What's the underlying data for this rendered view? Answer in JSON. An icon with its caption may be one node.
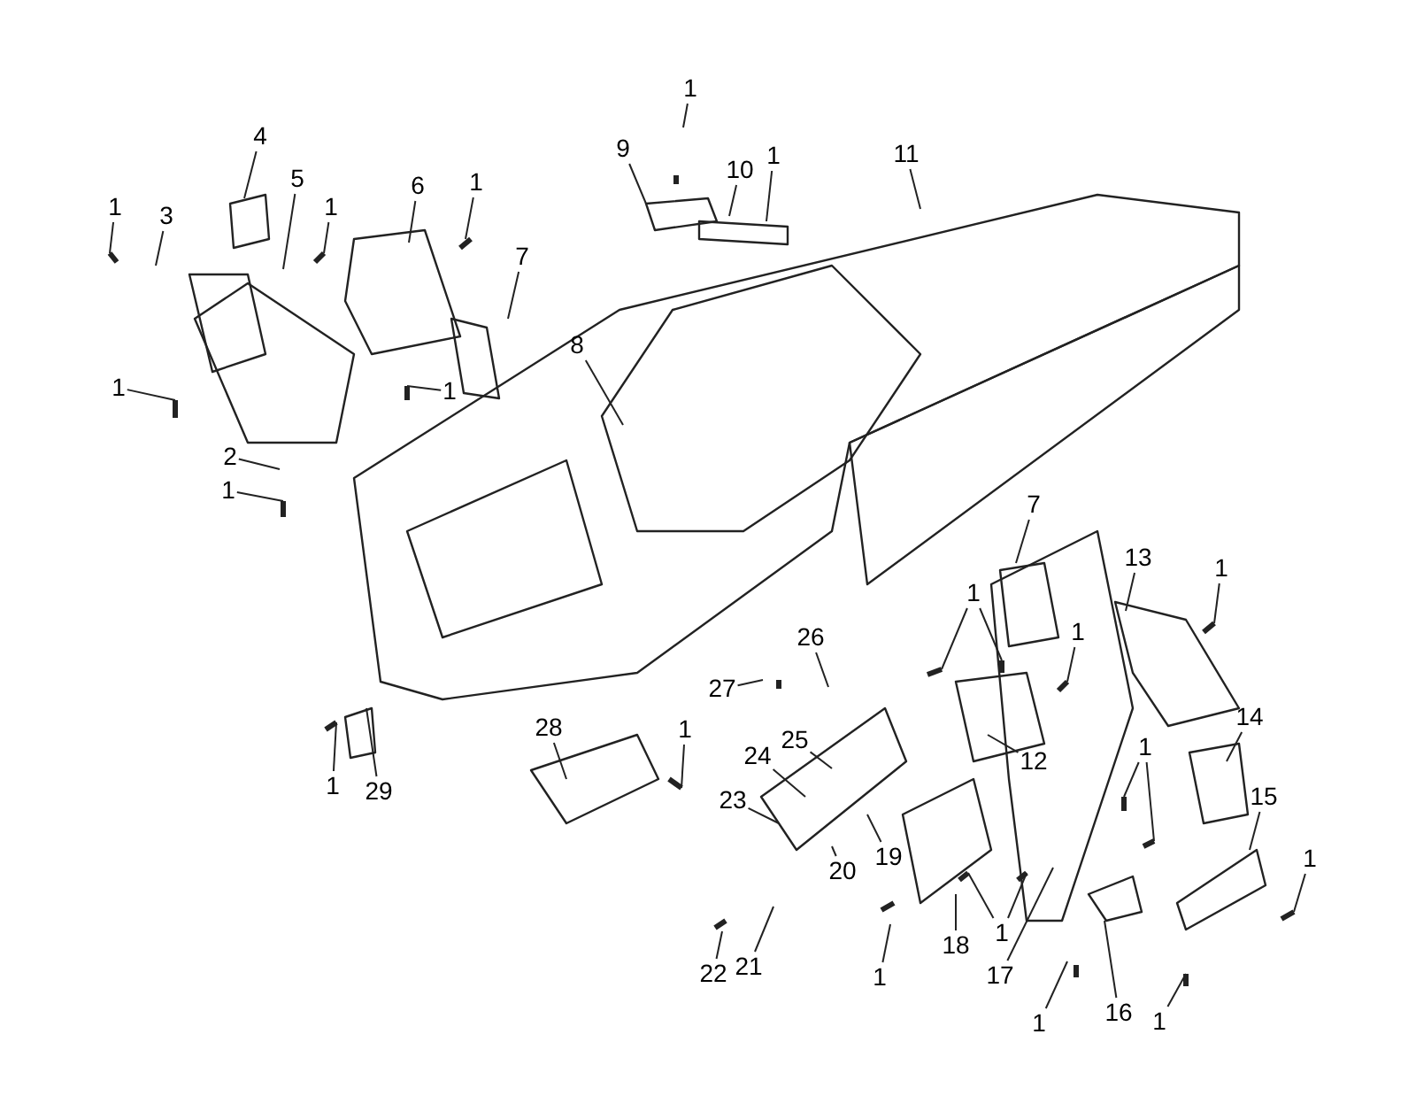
{
  "diagram": {
    "nodes": [
      {
        "text": [
          "1"
        ]
      },
      {
        "text": [
          "9"
        ]
      },
      {
        "text": [
          "10"
        ]
      },
      {
        "text": [
          "1"
        ]
      },
      {
        "text": [
          "11"
        ]
      },
      {
        "text": [
          "4"
        ]
      },
      {
        "text": [
          "5"
        ]
      },
      {
        "text": [
          "1"
        ]
      },
      {
        "text": [
          "3"
        ]
      },
      {
        "text": [
          "1"
        ]
      },
      {
        "text": [
          "6"
        ]
      },
      {
        "text": [
          "1"
        ]
      },
      {
        "text": [
          "7"
        ]
      },
      {
        "text": [
          "1"
        ]
      },
      {
        "text": [
          "1"
        ]
      },
      {
        "text": [
          "8"
        ]
      },
      {
        "text": [
          "2"
        ]
      },
      {
        "text": [
          "1"
        ]
      },
      {
        "text": [
          "7"
        ]
      },
      {
        "text": [
          "13"
        ]
      },
      {
        "text": [
          "1"
        ]
      },
      {
        "text": [
          "1"
        ]
      },
      {
        "text": [
          "1"
        ]
      },
      {
        "text": [
          "12"
        ]
      },
      {
        "text": [
          "1"
        ]
      },
      {
        "text": [
          "14"
        ]
      },
      {
        "text": [
          "15"
        ]
      },
      {
        "text": [
          "1"
        ]
      },
      {
        "text": [
          "19"
        ]
      },
      {
        "text": [
          "20"
        ]
      },
      {
        "text": [
          "18"
        ]
      },
      {
        "text": [
          "1"
        ]
      },
      {
        "text": [
          "1"
        ]
      },
      {
        "text": [
          "17"
        ]
      },
      {
        "text": [
          "16"
        ]
      },
      {
        "text": [
          "1"
        ]
      },
      {
        "text": [
          "1"
        ]
      },
      {
        "text": [
          "1"
        ]
      },
      {
        "text": [
          "29"
        ]
      },
      {
        "text": [
          "28"
        ]
      },
      {
        "text": [
          "1"
        ]
      },
      {
        "text": [
          "27"
        ]
      },
      {
        "text": [
          "26"
        ]
      },
      {
        "text": [
          "25"
        ]
      },
      {
        "text": [
          "24"
        ]
      },
      {
        "text": [
          "23"
        ]
      },
      {
        "text": [
          "22"
        ]
      },
      {
        "text": [
          "21"
        ]
      }
    ],
    "edges": [
      {
        "from": 0,
        "to": null,
        "arrow": "none"
      },
      {
        "from": 1,
        "to": null,
        "arrow": "none"
      },
      {
        "from": 2,
        "to": null,
        "arrow": "none"
      },
      {
        "from": 3,
        "to": null,
        "arrow": "none"
      },
      {
        "from": 4,
        "to": null,
        "arrow": "none"
      },
      {
        "from": 5,
        "to": null,
        "arrow": "none"
      },
      {
        "from": 6,
        "to": null,
        "arrow": "none"
      },
      {
        "from": 7,
        "to": null,
        "arrow": "none"
      },
      {
        "from": 8,
        "to": null,
        "arrow": "none"
      },
      {
        "from": 9,
        "to": null,
        "arrow": "none"
      },
      {
        "from": 10,
        "to": null,
        "arrow": "none"
      },
      {
        "from": 11,
        "to": null,
        "arrow": "none"
      },
      {
        "from": 12,
        "to": null,
        "arrow": "none"
      },
      {
        "from": 13,
        "to": null,
        "arrow": "none"
      },
      {
        "from": 14,
        "to": null,
        "arrow": "none"
      },
      {
        "from": 15,
        "to": null,
        "arrow": "none"
      },
      {
        "from": 16,
        "to": null,
        "arrow": "none"
      },
      {
        "from": 17,
        "to": null,
        "arrow": "none"
      },
      {
        "from": 18,
        "to": null,
        "arrow": "none"
      },
      {
        "from": 19,
        "to": null,
        "arrow": "none"
      },
      {
        "from": 20,
        "to": null,
        "arrow": "none"
      },
      {
        "from": 21,
        "to": null,
        "arrow": "none"
      },
      {
        "from": 21,
        "to": null,
        "arrow": "none"
      },
      {
        "from": 22,
        "to": null,
        "arrow": "none"
      },
      {
        "from": 23,
        "to": null,
        "arrow": "none"
      },
      {
        "from": 24,
        "to": null,
        "arrow": "none"
      },
      {
        "from": 24,
        "to": null,
        "arrow": "none"
      },
      {
        "from": 25,
        "to": null,
        "arrow": "none"
      },
      {
        "from": 26,
        "to": null,
        "arrow": "none"
      },
      {
        "from": 27,
        "to": null,
        "arrow": "none"
      },
      {
        "from": 28,
        "to": null,
        "arrow": "none"
      },
      {
        "from": 29,
        "to": null,
        "arrow": "none"
      },
      {
        "from": 30,
        "to": null,
        "arrow": "none"
      },
      {
        "from": 31,
        "to": null,
        "arrow": "none"
      },
      {
        "from": 31,
        "to": null,
        "arrow": "none"
      },
      {
        "from": 32,
        "to": null,
        "arrow": "none"
      },
      {
        "from": 33,
        "to": null,
        "arrow": "none"
      },
      {
        "from": 34,
        "to": null,
        "arrow": "none"
      },
      {
        "from": 35,
        "to": null,
        "arrow": "none"
      },
      {
        "from": 36,
        "to": null,
        "arrow": "none"
      },
      {
        "from": 37,
        "to": null,
        "arrow": "none"
      },
      {
        "from": 38,
        "to": null,
        "arrow": "none"
      },
      {
        "from": 39,
        "to": null,
        "arrow": "none"
      },
      {
        "from": 40,
        "to": null,
        "arrow": "none"
      },
      {
        "from": 41,
        "to": null,
        "arrow": "none"
      },
      {
        "from": 42,
        "to": null,
        "arrow": "none"
      },
      {
        "from": 43,
        "to": null,
        "arrow": "none"
      },
      {
        "from": 44,
        "to": null,
        "arrow": "none"
      },
      {
        "from": 45,
        "to": null,
        "arrow": "none"
      },
      {
        "from": 46,
        "to": null,
        "arrow": "none"
      },
      {
        "from": 47,
        "to": null,
        "arrow": "none"
      }
    ]
  }
}
